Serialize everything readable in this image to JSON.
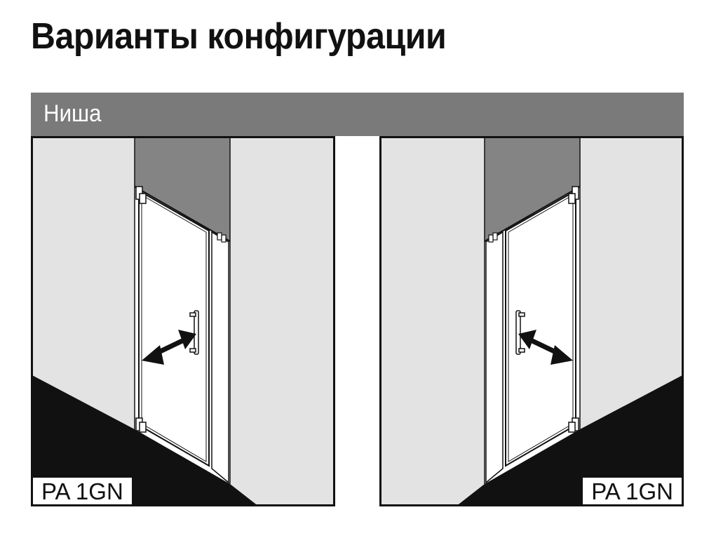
{
  "page": {
    "title": "Варианты конфигурации"
  },
  "section": {
    "label": "Ниша"
  },
  "configurations": [
    {
      "code": "PA 1GN",
      "hinge_side": "left"
    },
    {
      "code": "PA 1GN",
      "hinge_side": "right"
    }
  ],
  "colors": {
    "band": "#7a7a7a",
    "wall_light": "#e3e3e3",
    "wall_back": "#848484",
    "floor": "#111111",
    "frame": "#111111"
  }
}
